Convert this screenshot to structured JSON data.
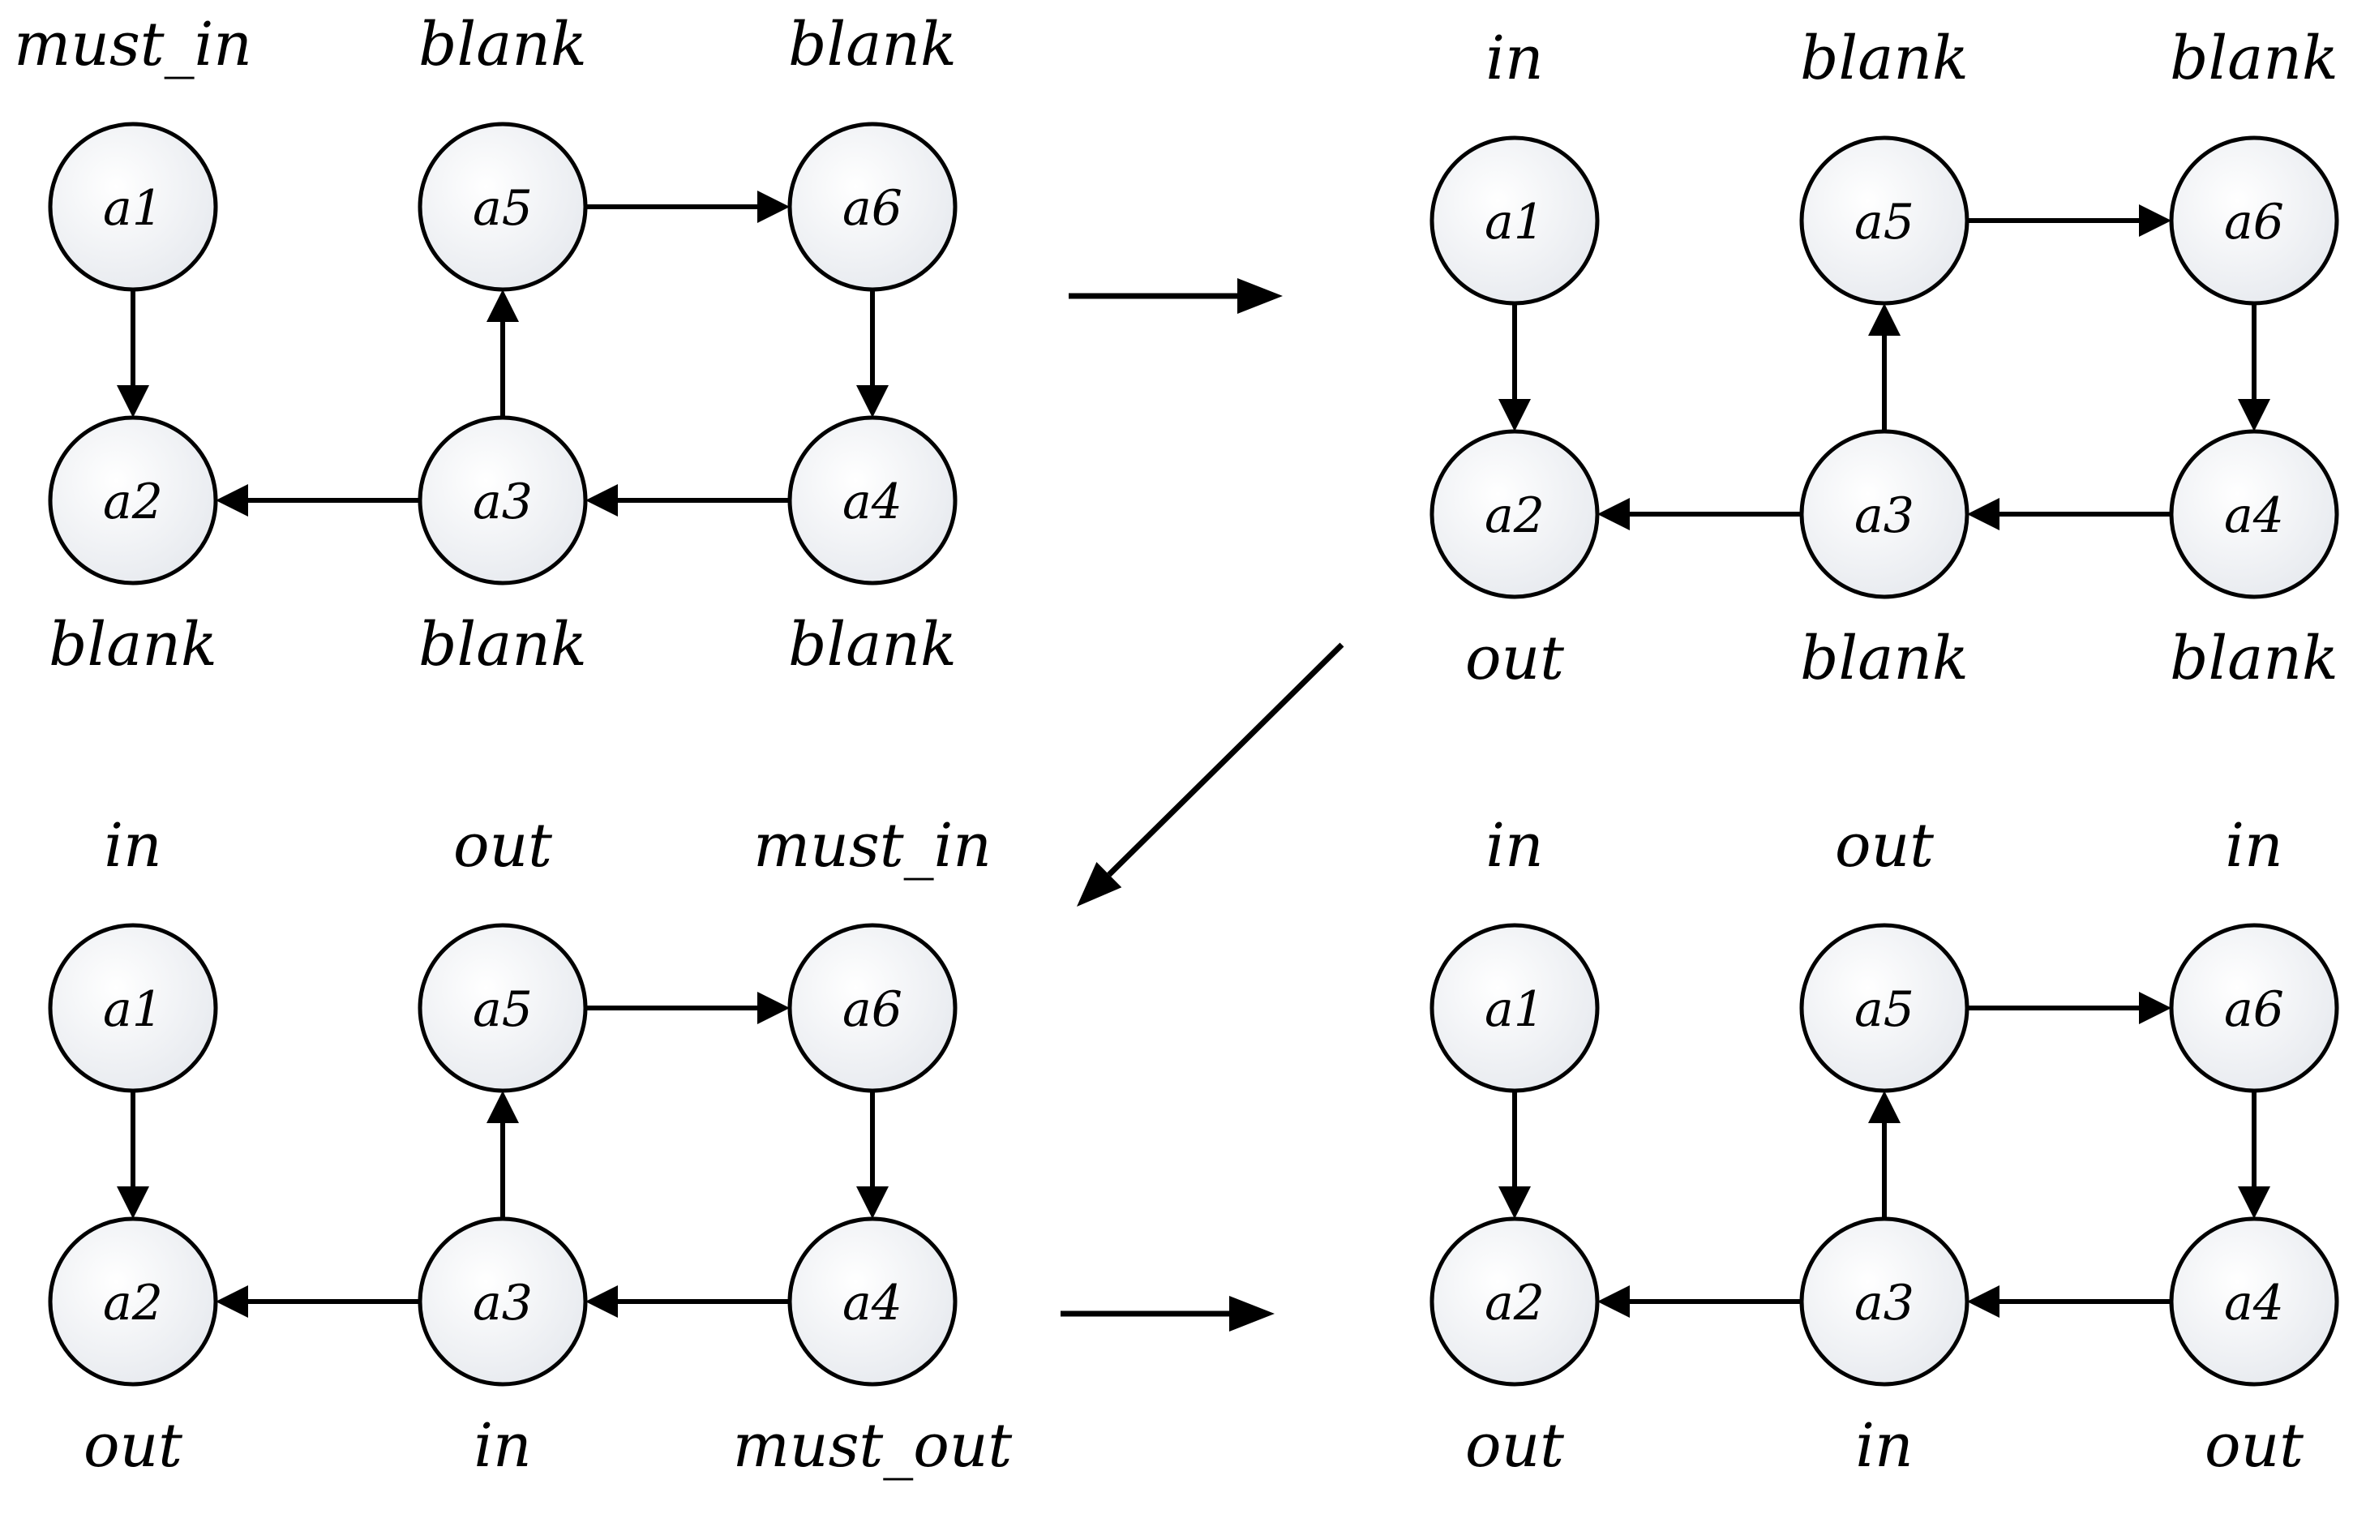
{
  "colors": {
    "ink": "#000000",
    "node_fill_center": "#ffffff",
    "node_fill_edge": "#e6e9ee",
    "background": "#ffffff"
  },
  "node_names": {
    "a1": "a1",
    "a2": "a2",
    "a3": "a3",
    "a4": "a4",
    "a5": "a5",
    "a6": "a6"
  },
  "edges": [
    {
      "from": "a1",
      "to": "a2"
    },
    {
      "from": "a3",
      "to": "a2"
    },
    {
      "from": "a3",
      "to": "a5"
    },
    {
      "from": "a5",
      "to": "a6"
    },
    {
      "from": "a6",
      "to": "a4"
    },
    {
      "from": "a4",
      "to": "a3"
    }
  ],
  "panels": [
    {
      "id": "top-left",
      "labels": {
        "a1": "must_in",
        "a5": "blank",
        "a6": "blank",
        "a2": "blank",
        "a3": "blank",
        "a4": "blank"
      }
    },
    {
      "id": "top-right",
      "labels": {
        "a1": "in",
        "a5": "blank",
        "a6": "blank",
        "a2": "out",
        "a3": "blank",
        "a4": "blank"
      }
    },
    {
      "id": "bottom-left",
      "labels": {
        "a1": "in",
        "a5": "out",
        "a6": "must_in",
        "a2": "out",
        "a3": "in",
        "a4": "must_out"
      }
    },
    {
      "id": "bottom-right",
      "labels": {
        "a1": "in",
        "a5": "out",
        "a6": "in",
        "a2": "out",
        "a3": "in",
        "a4": "out"
      }
    }
  ],
  "transitions": [
    {
      "from": "top-left",
      "to": "top-right"
    },
    {
      "from": "top-right",
      "to": "bottom-left"
    },
    {
      "from": "bottom-left",
      "to": "bottom-right"
    }
  ]
}
